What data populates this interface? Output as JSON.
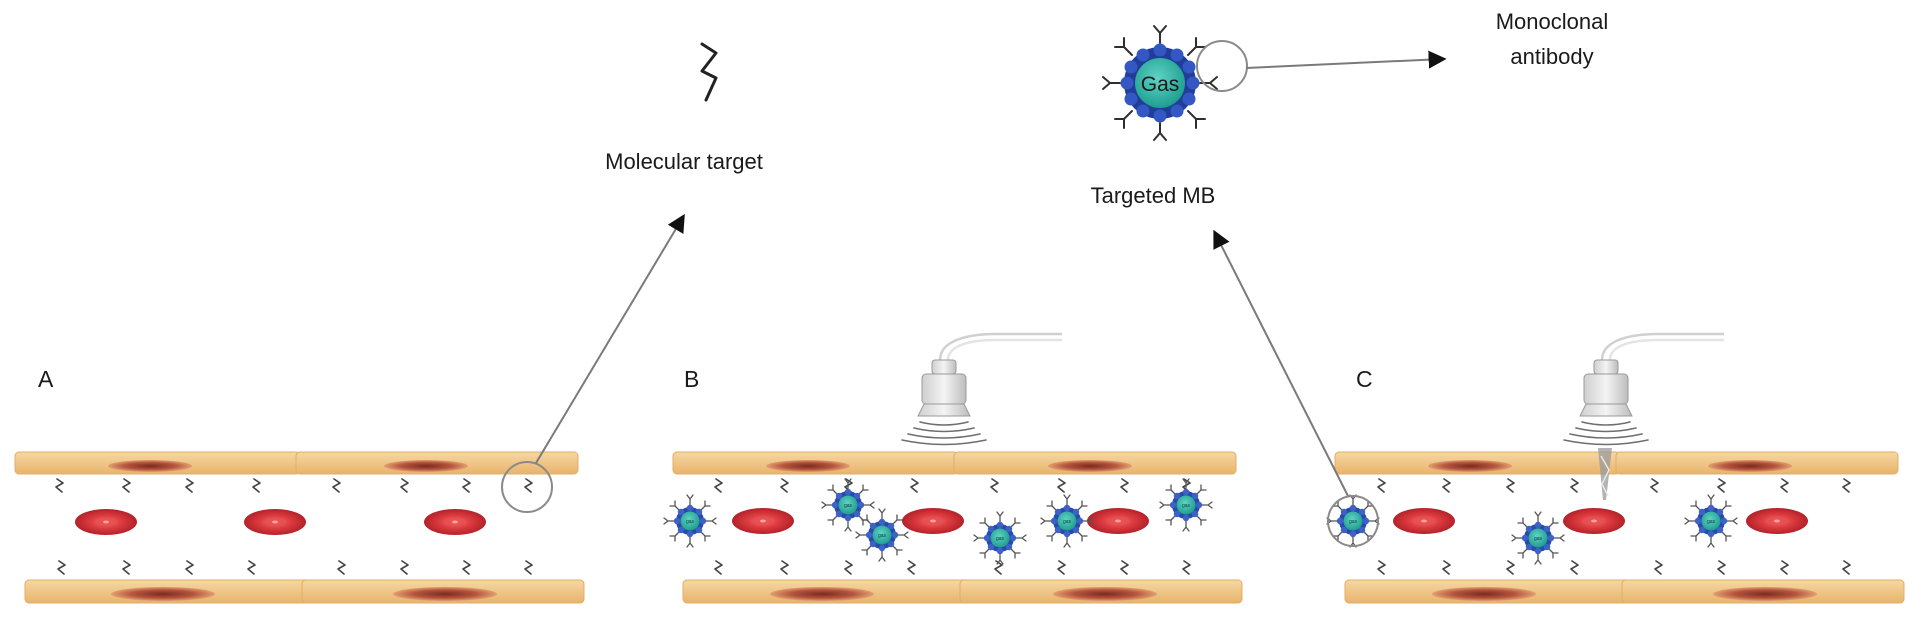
{
  "labels": {
    "molecular_target": "Molecular target",
    "targeted_mb": "Targeted MB",
    "monoclonal_line1": "Monoclonal",
    "monoclonal_line2": "antibody",
    "gas": "Gas"
  },
  "panels": [
    {
      "id": "A",
      "label": "A"
    },
    {
      "id": "B",
      "label": "B"
    },
    {
      "id": "C",
      "label": "C"
    }
  ],
  "colors": {
    "vessel_wall": "#f2c98a",
    "vessel_wall_stroke": "#e3ad63",
    "nucleus": "#b5553e",
    "red_cell": "#d9383c",
    "microbubble_core": "#2fb3a4",
    "microbubble_beads": "#2b4aa6",
    "antibody": "#333333",
    "arrow": "#6b6b6b"
  },
  "icons": [
    "ultrasound-probe-icon",
    "molecular-target-icon",
    "antibody-icon",
    "microbubble-icon",
    "red-blood-cell-icon"
  ]
}
